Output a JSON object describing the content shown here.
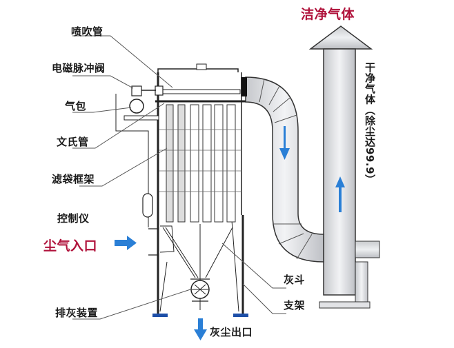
{
  "title": "洁净气体",
  "labels": {
    "spray_pipe": "喷吹管",
    "pulse_valve": "电磁脉冲阀",
    "air_bag": "气包",
    "venturi": "文氏管",
    "bag_frame": "滤袋框架",
    "controller": "控制仪",
    "dust_inlet": "尘气入口",
    "discharge_device": "排灰装置",
    "dust_outlet": "灰尘出口",
    "hopper": "灰斗",
    "support": "支架",
    "clean_gas_side": "干净气体（除尘达99.9）"
  },
  "colors": {
    "accent_red": "#b0123b",
    "arrow_blue": "#2a7fd6",
    "foot_blue": "#1d4fa8",
    "pipe_gray": "#d6d8dc",
    "line": "#222222"
  }
}
